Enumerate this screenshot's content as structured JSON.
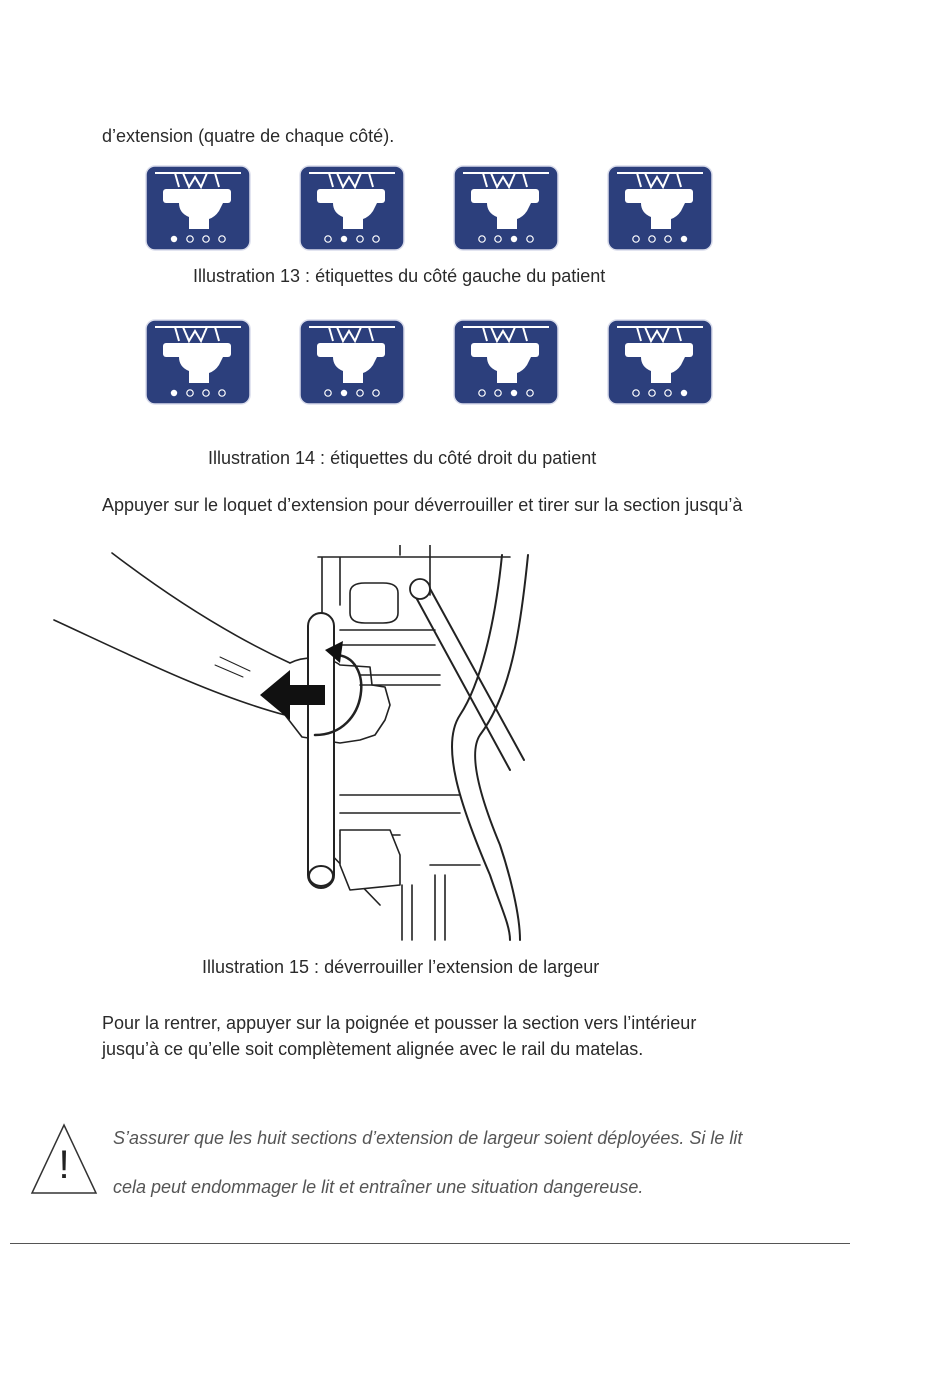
{
  "top_line": "d’extension (quatre de chaque côté).",
  "illustrations": {
    "left_labels": {
      "caption": "Illustration 13 : étiquettes du côté gauche du patient",
      "labels": [
        {
          "active_dot": 1
        },
        {
          "active_dot": 2
        },
        {
          "active_dot": 3
        },
        {
          "active_dot": 4
        }
      ]
    },
    "right_labels": {
      "caption": "Illustration 14 : étiquettes du côté droit du patient",
      "labels": [
        {
          "active_dot": 1
        },
        {
          "active_dot": 2
        },
        {
          "active_dot": 3
        },
        {
          "active_dot": 4
        }
      ]
    },
    "unlock": {
      "caption": "Illustration 15 : déverrouiller l’extension de largeur"
    }
  },
  "instruction_extend": "Appuyer sur le loquet d’extension pour déverrouiller et tirer sur la section jusqu’à",
  "instruction_retract": [
    "Pour la rentrer, appuyer sur la poignée et pousser la section vers l’intérieur",
    "jusqu’à ce qu’elle soit complètement alignée avec le rail du matelas."
  ],
  "warning": {
    "icon": "warning-triangle-icon",
    "symbol": "!",
    "lines": [
      "S’assurer que les huit sections d’extension de largeur soient déployées. Si le lit",
      "cela peut endommager le lit et entraîner une situation dangereuse."
    ]
  },
  "colors": {
    "label_blue": "#2c3f7c",
    "text": "#2a2a2a",
    "warning_text": "#555555"
  }
}
